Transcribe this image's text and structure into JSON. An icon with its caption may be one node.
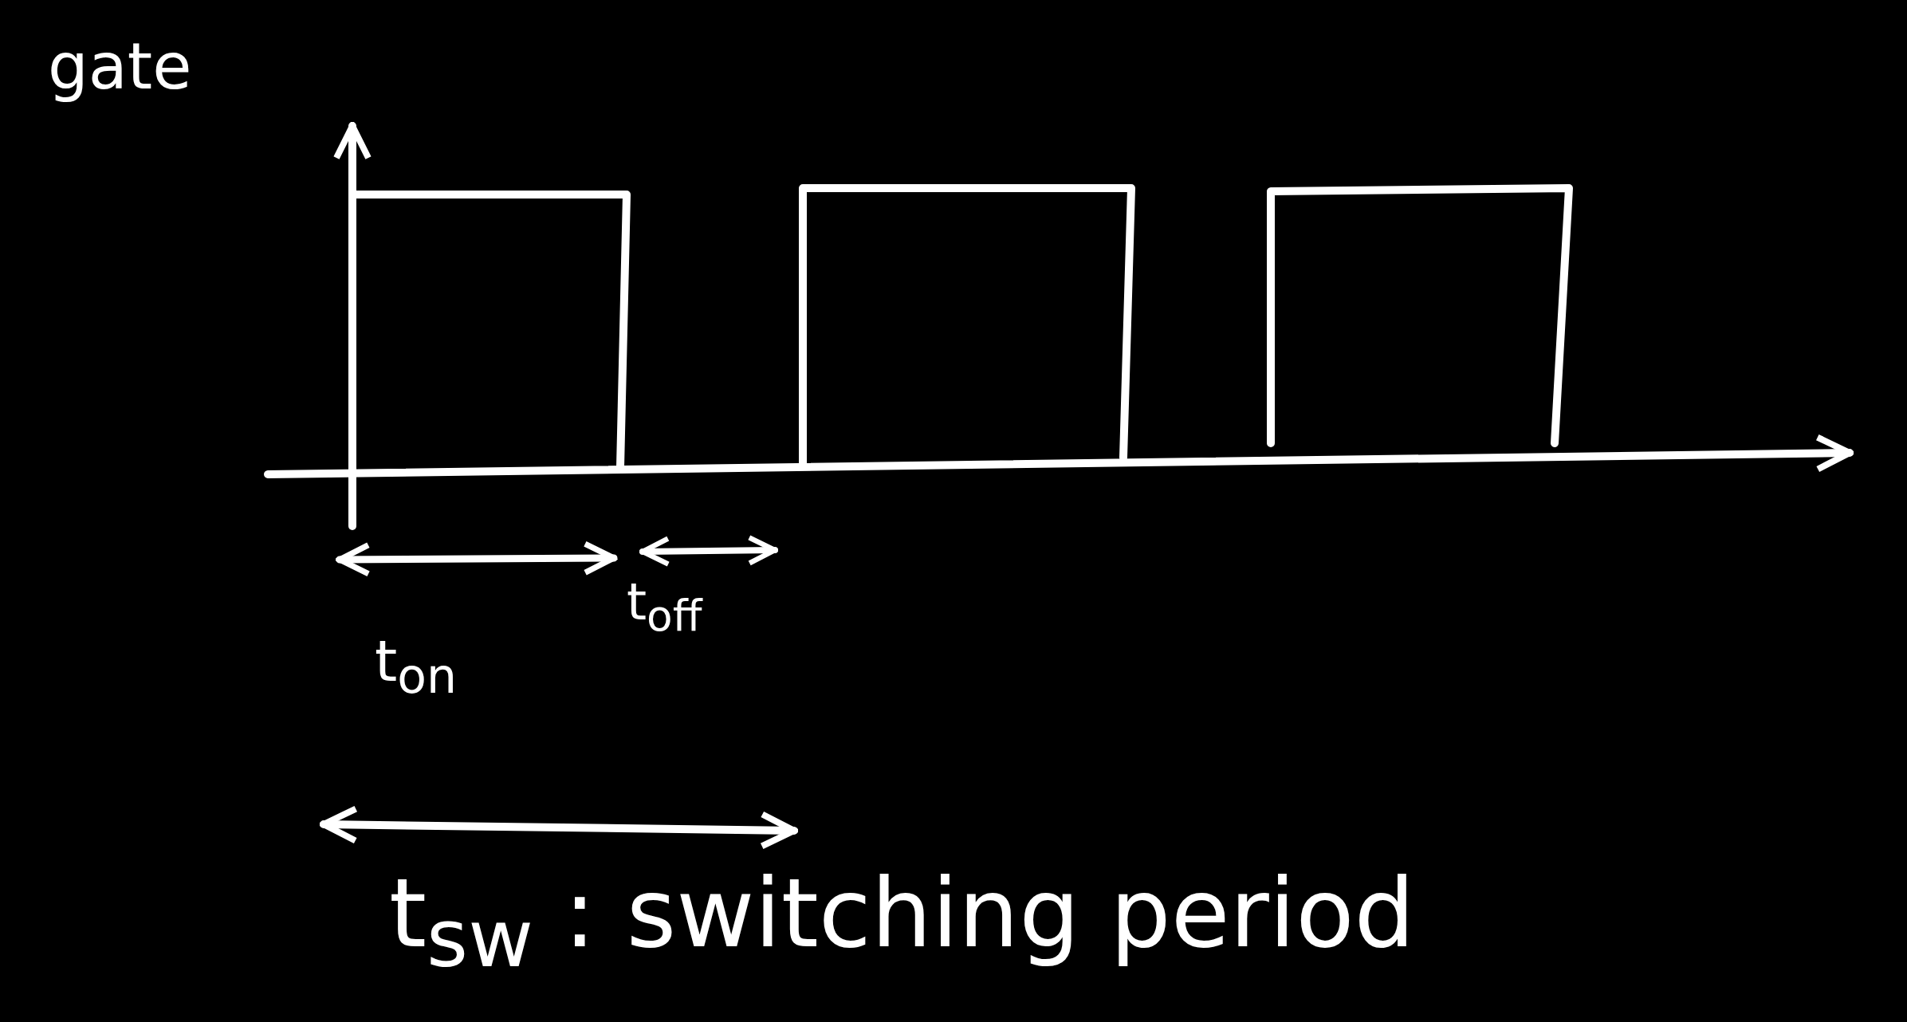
{
  "diagram": {
    "labels": [
      "gate",
      "t$_{on}$",
      "t$_{off}$",
      "t$_{sw}$ : switching period"
    ]
  }
}
